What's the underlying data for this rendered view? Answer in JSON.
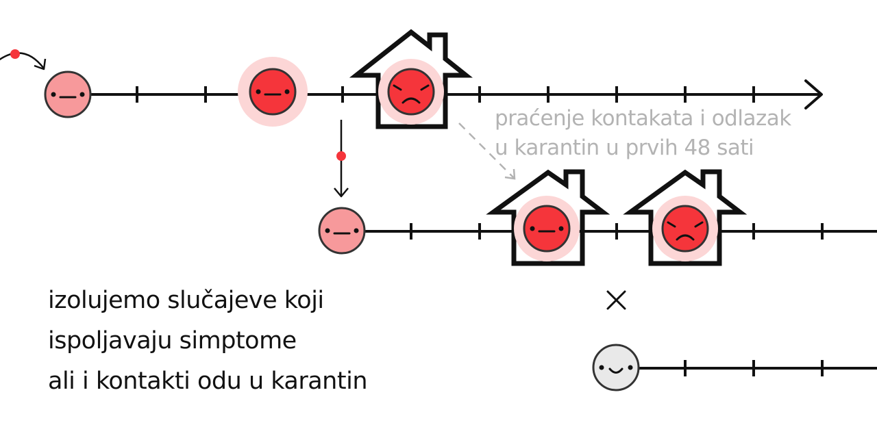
{
  "note": {
    "lines": [
      "praćenje kontakata i odlazak",
      "u karantin u prvih 48 sati"
    ]
  },
  "caption": {
    "lines": [
      "izolujemo slučajeve koji",
      "ispoljavaju simptome",
      "ali i kontakti odu u karantin"
    ]
  },
  "colors": {
    "line": "#111111",
    "infected_light": "#f7999b",
    "infected": "#f5353b",
    "halo": "#fcd6d6",
    "healthy": "#e9e9e9",
    "dot": "#f5353b",
    "note": "#b3b3b3"
  },
  "icons": {
    "transmission-dot": "dot-icon",
    "house": "house-icon",
    "blocked": "cross-icon"
  }
}
